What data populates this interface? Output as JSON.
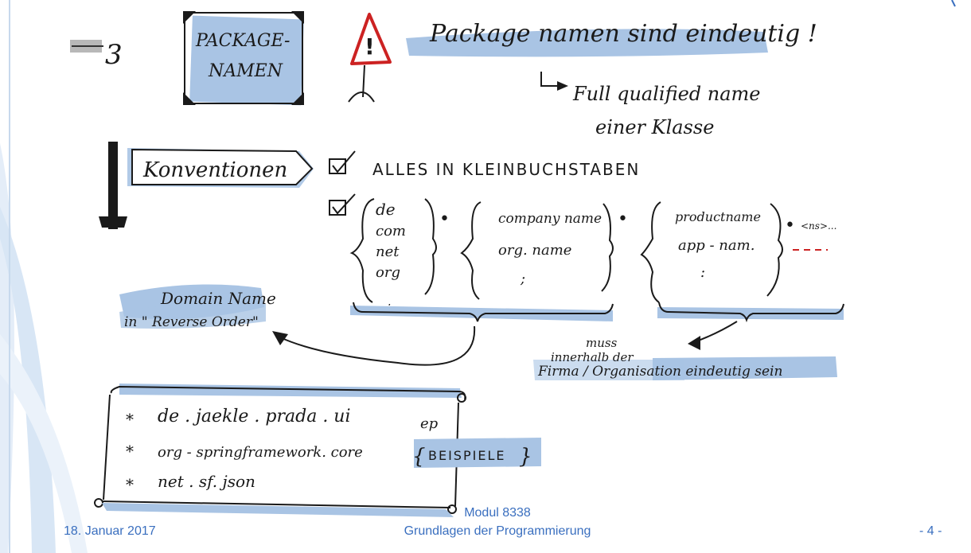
{
  "slide": {
    "title_box": "PACKAGE-\nNAMEN",
    "stack_mark": "3",
    "heading": "Package namen sind eindeutig !",
    "fqn_line1": "Full qualified name",
    "fqn_line2": "einer Klasse",
    "konventionen": "Konventionen",
    "rule1": "ALLES IN KLEINBUCHSTABEN",
    "col1": [
      "de",
      "com",
      "net",
      "org",
      "⋮"
    ],
    "col2": [
      "company name",
      "org. name",
      ";"
    ],
    "col3": [
      "productname",
      "app - nam.",
      ":"
    ],
    "col4": "<ns>...",
    "dot": "•",
    "domain_label_1": "Domain Name",
    "domain_label_2": "in \" Reverse Order\"",
    "muss_1": "muss",
    "muss_2": "innerhalb der",
    "muss_3": "Firma / Organisation eindeutig sein",
    "examples": [
      "de . jaekle . prada . ui",
      "org - springframework. core",
      "net . sf. json"
    ],
    "ep": "ep",
    "beispiele": "BEISPIELE"
  },
  "footer": {
    "date": "18. Januar 2017",
    "module": "Modul 8338",
    "course": "Grundlagen der Programmierung",
    "page": "- 4 -"
  },
  "colors": {
    "highlight": "#a9c4e4",
    "footer_text": "#3a6fbf",
    "ink": "#1a1a1a",
    "warning_red": "#cc2222"
  }
}
